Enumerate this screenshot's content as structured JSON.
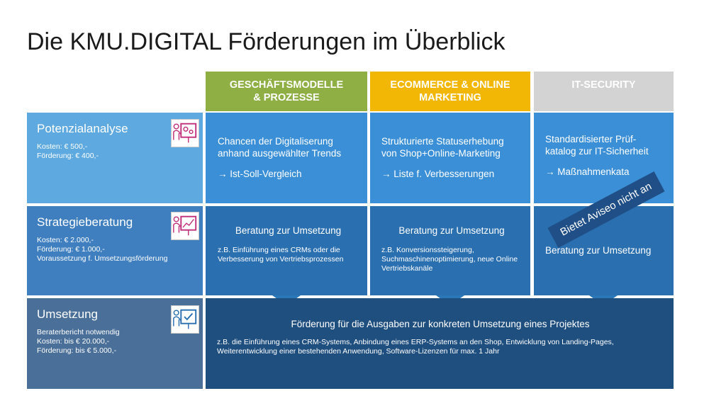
{
  "title": "Die KMU.DIGITAL Förderungen im Überblick",
  "columns": [
    {
      "lines": [
        "GESCHÄFTSMODELLE",
        "& PROZESSE"
      ],
      "color": "#8faf45"
    },
    {
      "lines": [
        "ECOMMERCE & ONLINE",
        "MARKETING"
      ],
      "color": "#f2b705"
    },
    {
      "lines": [
        "IT-SECURITY"
      ],
      "color": "#d3d3d3"
    }
  ],
  "rows": {
    "potenzial": {
      "name": "Potenzialanalyse",
      "details": [
        "Kosten: € 500,-",
        "Förderung: € 400,-"
      ],
      "icon": "presentation-gears-icon",
      "cells": [
        {
          "text": "Chancen der Digitaliserung anhand ausgewählter Trends",
          "arrow": "→ Ist-Soll-Vergleich"
        },
        {
          "text": "Strukturierte Statuserhebung von Shop+Online-Marketing",
          "arrow": "→ Liste f. Verbesserungen"
        },
        {
          "text": "Standardisierter Prüf-katalog zur IT-Sicherheit",
          "arrow": "→ Maßnahmenkata"
        }
      ]
    },
    "strategie": {
      "name": "Strategieberatung",
      "details": [
        "Kosten: € 2.000,-",
        "Förderung: € 1.000,-",
        "Voraussetzung f. Umsetzungsförderung"
      ],
      "icon": "presentation-chart-icon",
      "cells": [
        {
          "text": "Beratung zur Umsetzung",
          "sub": "z.B. Einführung eines CRMs oder die Verbesserung von Vertriebsprozessen"
        },
        {
          "text": "Beratung zur Umsetzung",
          "sub": "z.B. Konversionssteigerung, Suchmaschinenoptimierung, neue Online Vertriebskanäle"
        },
        {
          "text": "Beratung zur Umsetzung",
          "sub": ""
        }
      ]
    },
    "umsetzung": {
      "name": "Umsetzung",
      "details": [
        "Beraterbericht notwendig",
        "Kosten: bis € 20.000,-",
        "Förderung: bis € 5.000,-"
      ],
      "icon": "presentation-check-icon",
      "headline": "Förderung für die Ausgaben zur konkreten Umsetzung eines Projektes",
      "sub": "z.B. die Einführung eines CRM-Systems, Anbindung eines ERP-Systems an den Shop, Entwicklung von Landing-Pages, Weiterentwicklung einer bestehenden Anwendung, Software-Lizenzen für max. 1 Jahr"
    }
  },
  "stamp": "Bietet Aviseo nicht an",
  "colors": {
    "row1_label": "#5ea9df",
    "row1_cells": "#3b8fd6",
    "row2_label": "#3f7fbf",
    "row2_cells": "#2a6fb0",
    "row3_label": "#4a6f98",
    "row3_cells": "#1f4f7f",
    "icon_accent": "#c0307a"
  }
}
